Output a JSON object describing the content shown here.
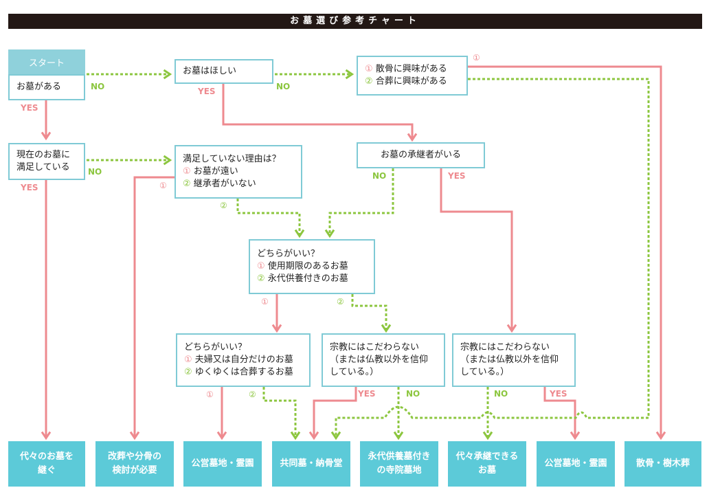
{
  "title": "お墓選び参考チャート",
  "start": "スタート",
  "yes": "YES",
  "no": "NO",
  "c1": "①",
  "c2": "②",
  "q_has_grave": "お墓がある",
  "q_want_grave": "お墓はほしい",
  "q_interest": [
    "散骨に興味がある",
    "合葬に興味がある"
  ],
  "q_satisfied": [
    "現在のお墓に",
    "満足している"
  ],
  "q_reason": [
    "満足していない理由は？",
    "お墓が遠い",
    "継承者がいない"
  ],
  "q_successor": "お墓の承継者がいる",
  "q_which1": [
    "どちらがいい？",
    "使用期限のあるお墓",
    "永代供養付きのお墓"
  ],
  "q_which2": [
    "どちらがいい？",
    "夫婦又は自分だけのお墓",
    "ゆくゆくは合葬するお墓"
  ],
  "q_religion_a": [
    "宗教にはこだわらない",
    "（または仏教以外を信仰",
    "している。）"
  ],
  "q_religion_b": [
    "宗教にはこだわらない",
    "（または仏教以外を信仰",
    "している。）"
  ],
  "results": [
    "代々のお墓を\n継ぐ",
    "改葬や分骨の\n検討が必要",
    "公営墓地・霊園",
    "共同墓・納骨堂",
    "永代供養墓付き\nの寺院墓地",
    "代々承継できる\nお墓",
    "公営墓地・霊園",
    "散骨・樹木葬"
  ],
  "colors": {
    "yes": "#ee8a8f",
    "no": "#8cc63f",
    "box_border": "#7fcad5",
    "result": "#5ccad8",
    "title_bg": "#231815"
  }
}
